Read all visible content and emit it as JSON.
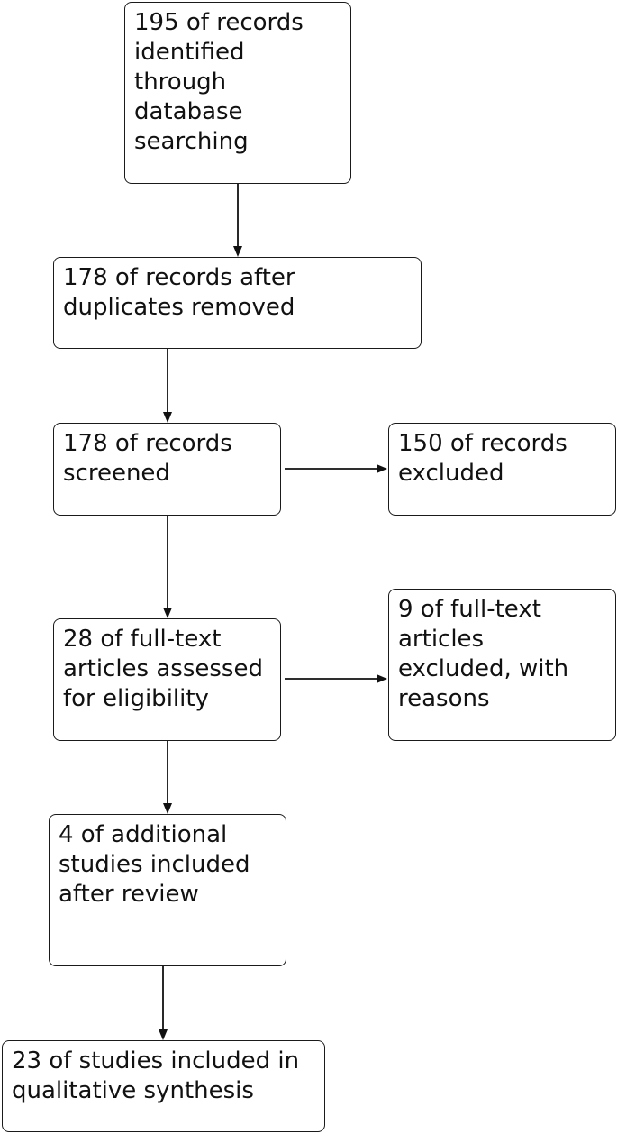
{
  "flowchart": {
    "identified": "195 of records\nidentified\nthrough\ndatabase\nsearching",
    "duplicates_removed": "178 of records after\nduplicates removed",
    "screened": "178 of records\nscreened",
    "excluded": "150 of records\nexcluded",
    "full_text_assessed": "28 of full-text\narticles assessed\nfor eligibility",
    "full_text_excluded": "9 of full-text\narticles\nexcluded, with\nreasons",
    "additional_studies": "4 of additional\nstudies included\nafter review",
    "included": "23 of studies included in\nqualitative synthesis"
  }
}
